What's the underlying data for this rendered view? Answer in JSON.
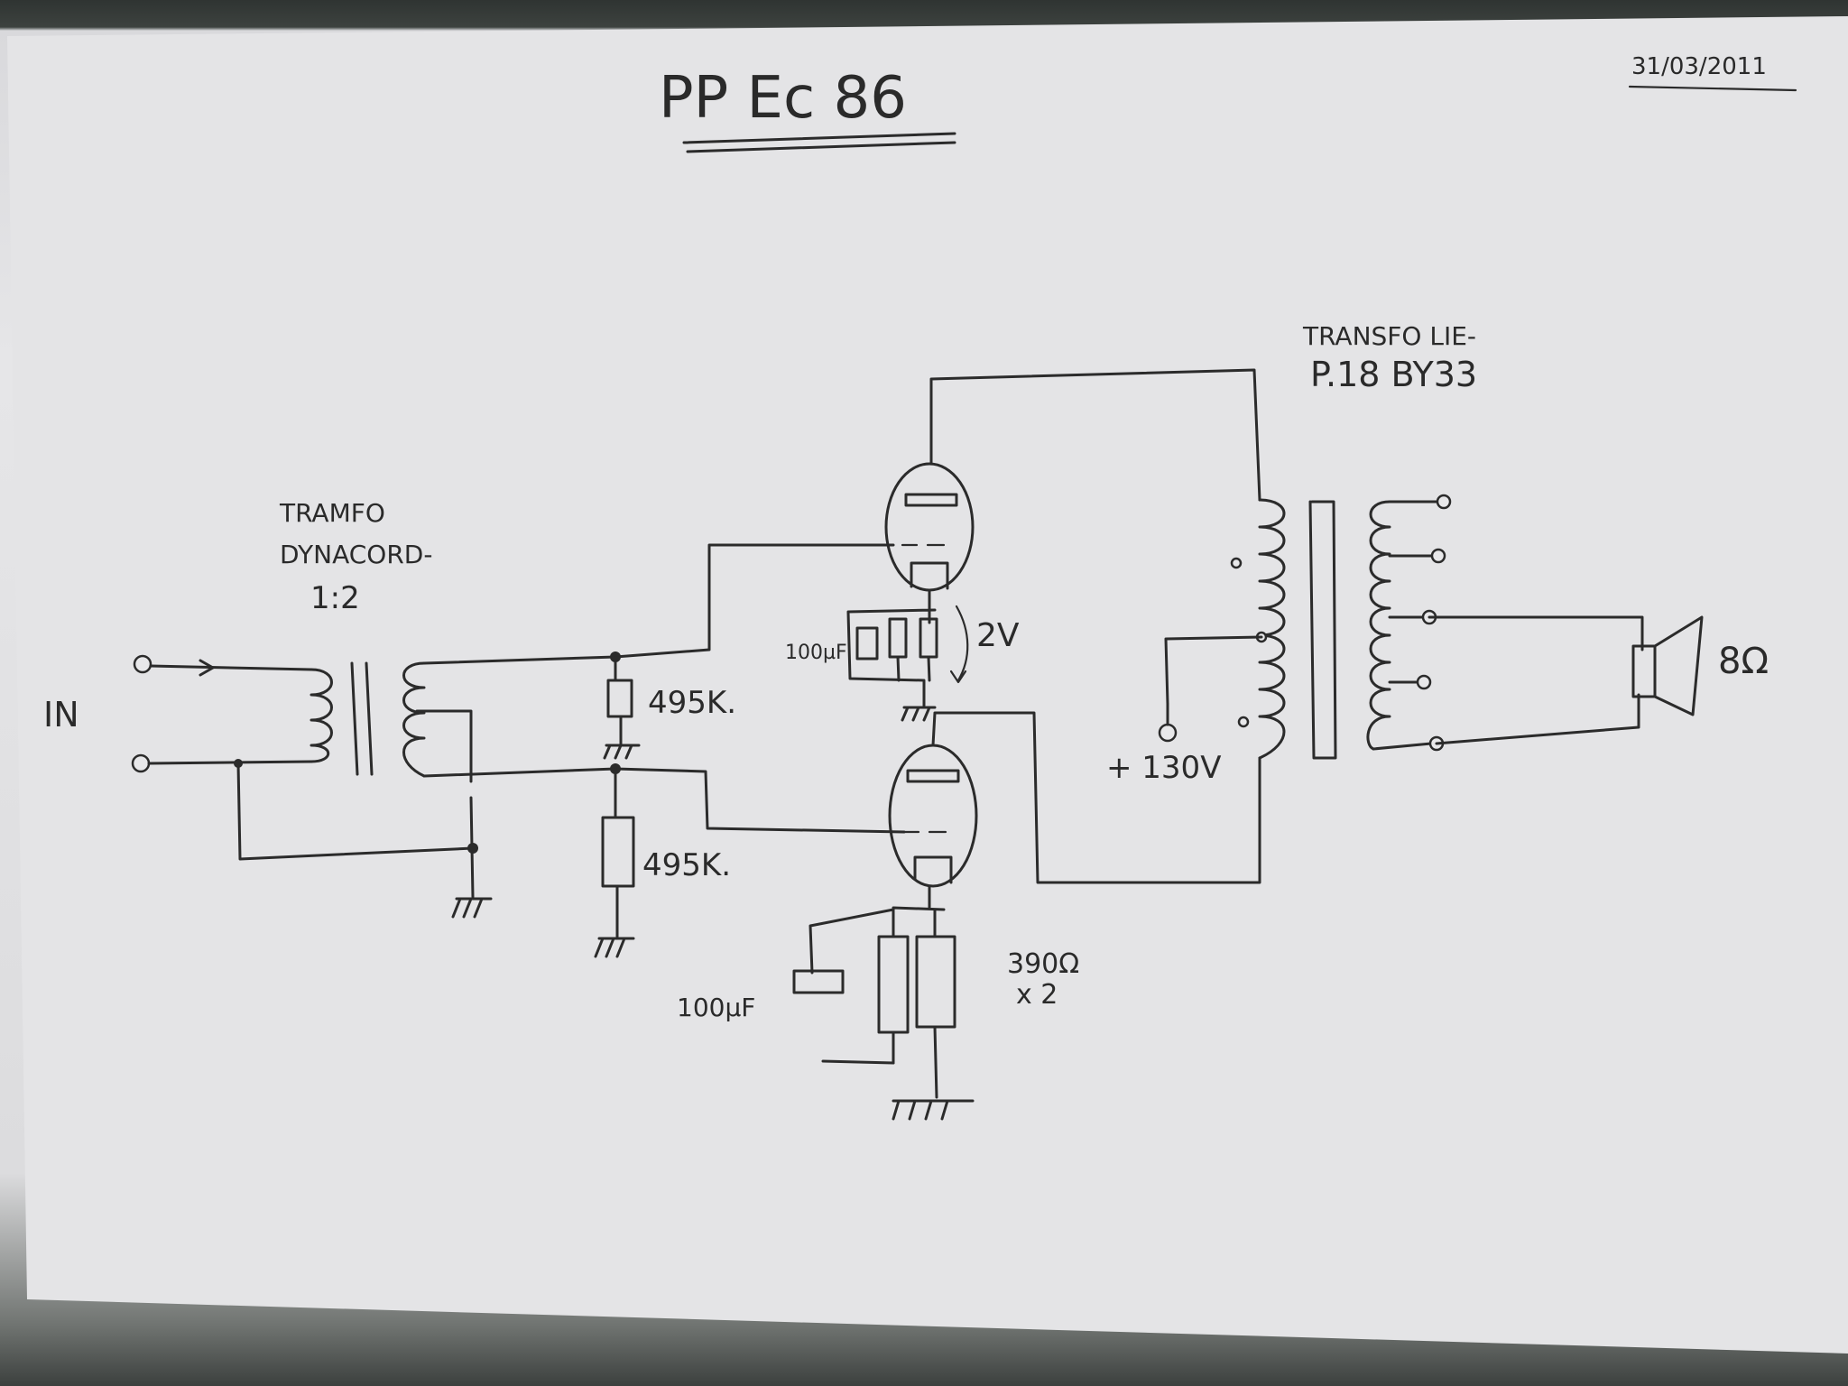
{
  "title": "PP   Ec 86",
  "date": "31/03/2011",
  "labels": {
    "input": "IN",
    "input_transformer_line1": "TRAMFO",
    "input_transformer_line2": "DYNACORD-",
    "input_transformer_ratio": "1:2",
    "grid_resistor_top": "495K.",
    "grid_resistor_bottom": "495K.",
    "cap_top": "100µF",
    "bias_voltage": "2V",
    "cap_bottom": "100µF",
    "cathode_resistor_line1": "390Ω",
    "cathode_resistor_line2": "x 2",
    "output_transformer_line1": "TRANSFO LIE-",
    "output_transformer_line2": "P.18   BY33",
    "supply": "+ 130V",
    "speaker": "8Ω"
  },
  "colors": {
    "paper": "#e6e6e8",
    "ink": "#2b2b2b"
  }
}
